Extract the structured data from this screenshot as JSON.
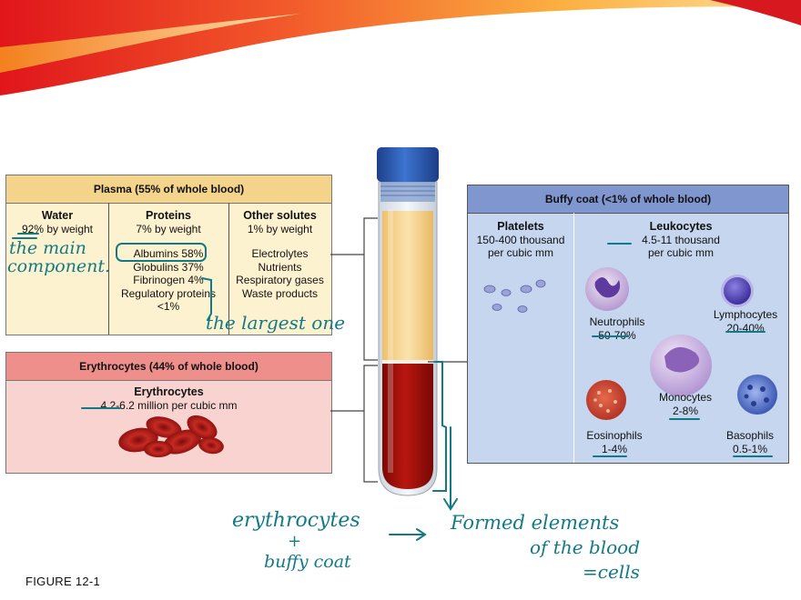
{
  "figure_label": "FIGURE 12-1",
  "plasma": {
    "title": "Plasma (55% of whole blood)",
    "water": {
      "head": "Water",
      "line1": "92% by weight"
    },
    "proteins": {
      "head": "Proteins",
      "line1": "7% by weight",
      "items": [
        "Albumins 58%",
        "Globulins 37%",
        "Fibrinogen 4%",
        "Regulatory proteins",
        "<1%"
      ]
    },
    "other": {
      "head": "Other solutes",
      "line1": "1% by weight",
      "items": [
        "Electrolytes",
        "Nutrients",
        "Respiratory gases",
        "Waste products"
      ]
    }
  },
  "erythrocytes": {
    "title": "Erythrocytes (44% of whole blood)",
    "head": "Erythrocytes",
    "line1": "4.2-6.2 million per cubic mm"
  },
  "buffy": {
    "title": "Buffy coat (<1% of whole blood)",
    "platelets": {
      "head": "Platelets",
      "line1": "150-400 thousand",
      "line2": "per cubic mm"
    },
    "leukocytes": {
      "head": "Leukocytes",
      "line1": "4.5-11 thousand",
      "line2": "per cubic mm"
    },
    "cells": [
      {
        "name": "Neutrophils",
        "pct": "50-70%"
      },
      {
        "name": "Lymphocytes",
        "pct": "20-40%"
      },
      {
        "name": "Monocytes",
        "pct": "2-8%"
      },
      {
        "name": "Eosinophils",
        "pct": "1-4%"
      },
      {
        "name": "Basophils",
        "pct": "0.5-1%"
      }
    ]
  },
  "annotations": {
    "main_component_1": "the main",
    "main_component_2": "component.",
    "largest": "the largest one",
    "ery_line": "erythrocytes",
    "plus": "+",
    "buffy_line": "buffy coat",
    "formed1": "Formed elements",
    "formed2": "of the blood",
    "formed3": "=cells"
  },
  "colors": {
    "plasma_header": "#f4d38a",
    "plasma_body": "#fdf2cf",
    "ery_header": "#ee8f8c",
    "ery_body": "#f8d3d0",
    "buffy_header": "#7f96cf",
    "buffy_body": "#c5d6ee",
    "annotation_ink": "#127a86",
    "tube_cap": "#2f5fb8",
    "tube_plasma": "#f6d898",
    "tube_blood": "#a5120f"
  }
}
